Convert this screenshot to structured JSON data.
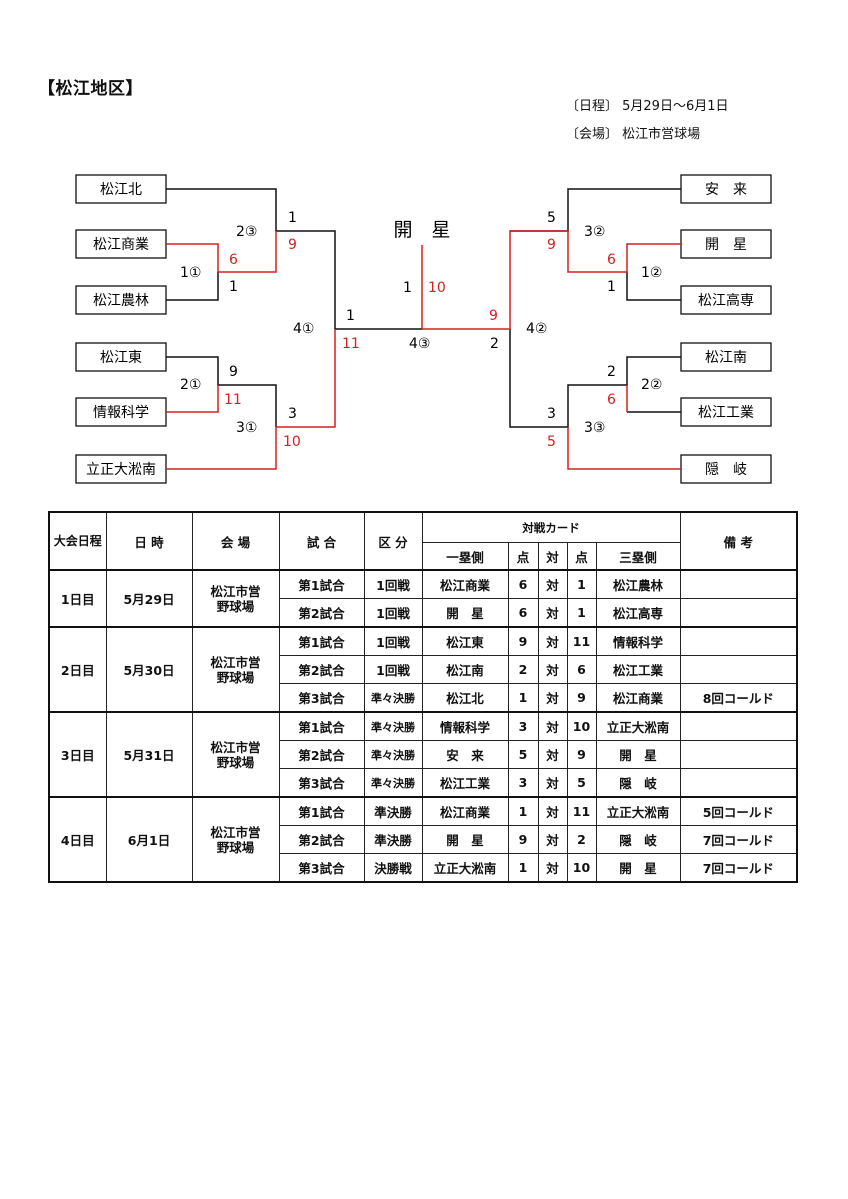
{
  "header": {
    "title": "【松江地区】",
    "schedule": "〔日程〕 5月29日～6月1日",
    "venue": "〔会場〕 松江市営球場"
  },
  "bracket": {
    "champion": "開　星",
    "left_teams": [
      "松江北",
      "松江商業",
      "松江農林",
      "松江東",
      "情報科学",
      "立正大淞南"
    ],
    "right_teams": [
      "安　来",
      "開　星",
      "松江高専",
      "松江南",
      "松江工業",
      "隠　岐"
    ],
    "labels": {
      "l_g1": "1①",
      "l_g1_top": "6",
      "l_g1_bot": "1",
      "l_g2": "2①",
      "l_g2_top": "9",
      "l_g2_bot": "11",
      "l_q1": "2③",
      "l_q1_top": "1",
      "l_q1_bot": "9",
      "l_q2": "3①",
      "l_q2_top": "3",
      "l_q2_bot": "10",
      "l_s": "4①",
      "l_s_top": "1",
      "l_s_bot": "11",
      "r_g1": "1②",
      "r_g1_top": "6",
      "r_g1_bot": "1",
      "r_g2": "2②",
      "r_g2_top": "2",
      "r_g2_bot": "6",
      "r_q1": "3②",
      "r_q1_top": "5",
      "r_q1_bot": "9",
      "r_q2": "3③",
      "r_q2_top": "3",
      "r_q2_bot": "5",
      "r_s": "4②",
      "r_s_top": "9",
      "r_s_bot": "2",
      "f": "4③",
      "f_left": "1",
      "f_right": "10"
    },
    "colors": {
      "winner": "#d42020",
      "line": "#111111"
    }
  },
  "table": {
    "headers": {
      "day": "大会日程",
      "date": "日 時",
      "venue": "会 場",
      "game": "試 合",
      "round": "区 分",
      "card": "対戦カード",
      "first": "一塁側",
      "pt": "点",
      "vs": "対",
      "third": "三塁側",
      "notes": "備 考"
    },
    "days": [
      {
        "day": "1日目",
        "date": "5月29日",
        "venue": "松江市営野球場",
        "games": [
          {
            "game": "第1試合",
            "round": "1回戦",
            "first": "松江商業",
            "s1": "6",
            "vs": "対",
            "s2": "1",
            "third": "松江農林",
            "note": ""
          },
          {
            "game": "第2試合",
            "round": "1回戦",
            "first": "開　星",
            "s1": "6",
            "vs": "対",
            "s2": "1",
            "third": "松江高専",
            "note": ""
          }
        ]
      },
      {
        "day": "2日目",
        "date": "5月30日",
        "venue": "松江市営野球場",
        "games": [
          {
            "game": "第1試合",
            "round": "1回戦",
            "first": "松江東",
            "s1": "9",
            "vs": "対",
            "s2": "11",
            "third": "情報科学",
            "note": ""
          },
          {
            "game": "第2試合",
            "round": "1回戦",
            "first": "松江南",
            "s1": "2",
            "vs": "対",
            "s2": "6",
            "third": "松江工業",
            "note": ""
          },
          {
            "game": "第3試合",
            "round": "準々決勝",
            "first": "松江北",
            "s1": "1",
            "vs": "対",
            "s2": "9",
            "third": "松江商業",
            "note": "8回コールド"
          }
        ]
      },
      {
        "day": "3日目",
        "date": "5月31日",
        "venue": "松江市営野球場",
        "games": [
          {
            "game": "第1試合",
            "round": "準々決勝",
            "first": "情報科学",
            "s1": "3",
            "vs": "対",
            "s2": "10",
            "third": "立正大淞南",
            "note": ""
          },
          {
            "game": "第2試合",
            "round": "準々決勝",
            "first": "安　来",
            "s1": "5",
            "vs": "対",
            "s2": "9",
            "third": "開　星",
            "note": ""
          },
          {
            "game": "第3試合",
            "round": "準々決勝",
            "first": "松江工業",
            "s1": "3",
            "vs": "対",
            "s2": "5",
            "third": "隠　岐",
            "note": ""
          }
        ]
      },
      {
        "day": "4日目",
        "date": "6月1日",
        "venue": "松江市営野球場",
        "games": [
          {
            "game": "第1試合",
            "round": "準決勝",
            "first": "松江商業",
            "s1": "1",
            "vs": "対",
            "s2": "11",
            "third": "立正大淞南",
            "note": "5回コールド"
          },
          {
            "game": "第2試合",
            "round": "準決勝",
            "first": "開　星",
            "s1": "9",
            "vs": "対",
            "s2": "2",
            "third": "隠　岐",
            "note": "7回コールド"
          },
          {
            "game": "第3試合",
            "round": "決勝戦",
            "first": "立正大淞南",
            "s1": "1",
            "vs": "対",
            "s2": "10",
            "third": "開　星",
            "note": "7回コールド"
          }
        ]
      }
    ]
  }
}
